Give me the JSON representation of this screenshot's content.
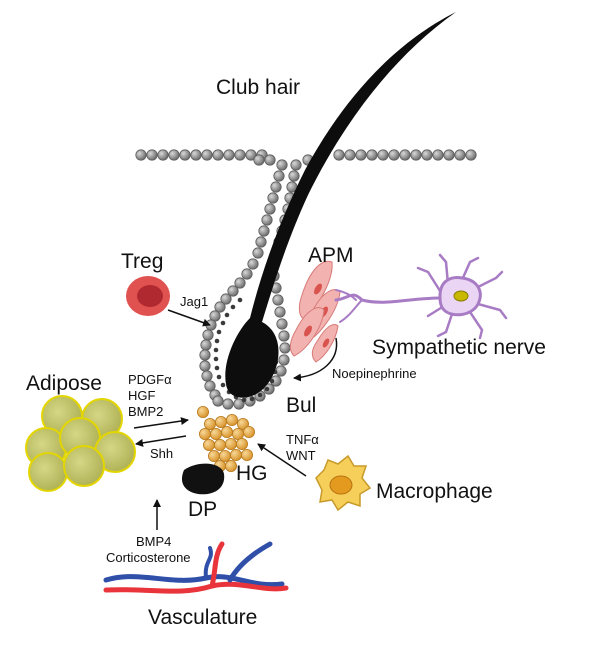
{
  "labels": {
    "club_hair": "Club hair",
    "treg": "Treg",
    "jag1": "Jag1",
    "apm": "APM",
    "sympathetic_nerve": "Sympathetic nerve",
    "noepinephrine": "Noepinephrine",
    "adipose": "Adipose",
    "pdgfa": "PDGFα",
    "hgf": "HGF",
    "bmp2": "BMP2",
    "shh": "Shh",
    "bul": "Bul",
    "tnfa": "TNFα",
    "wnt": "WNT",
    "hg": "HG",
    "dp": "DP",
    "macrophage": "Macrophage",
    "bmp4": "BMP4",
    "corticosterone": "Corticosterone",
    "vasculature": "Vasculature"
  },
  "colors": {
    "hair": "#0d0d0d",
    "epidermis_bead": "#8a8a8a",
    "treg": "#e0524f",
    "treg_nucleus": "#b02830",
    "apm": "#f2b3b0",
    "apm_nucleus": "#d9534f",
    "nerve": "#a87cc4",
    "nerve_nucleus": "#c8b800",
    "adipose": "#c6c86e",
    "adipose_edge": "#e3d600",
    "hg_cell": "#e8b552",
    "macrophage": "#f6cf5a",
    "macrophage_nucleus": "#e39a1e",
    "artery": "#e8343a",
    "vein": "#2f4fa8"
  }
}
